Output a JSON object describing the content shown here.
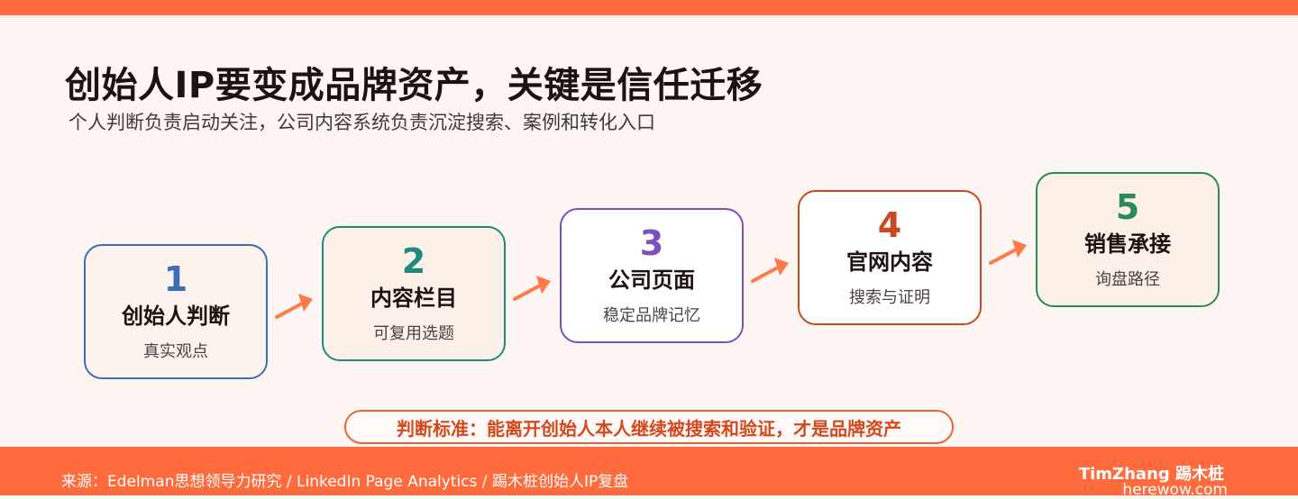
{
  "title": "创始人IP要变成品牌资产，关键是信任迁移",
  "subtitle": "个人判断负责启动关注，公司内容系统负责沉淀搜索、案例和转化入口",
  "steps": [
    {
      "number": "1",
      "label": "创始人判断",
      "desc": "真实观点",
      "color": "#3e6db5",
      "bg": "#fdf3ee"
    },
    {
      "number": "2",
      "label": "内容栏目",
      "desc": "可复用选题",
      "color": "#1f8a7c",
      "bg": "#fdf0e8"
    },
    {
      "number": "3",
      "label": "公司页面",
      "desc": "稳定品牌记忆",
      "color": "#7b4fc0",
      "bg": "#ffffff"
    },
    {
      "number": "4",
      "label": "官网内容",
      "desc": "搜索与证明",
      "color": "#c9481f",
      "bg": "#ffffff"
    },
    {
      "number": "5",
      "label": "销售承接",
      "desc": "询盘路径",
      "color": "#2b8a55",
      "bg": "#fdf0e8"
    }
  ],
  "criteria": "判断标准：能离开创始人本人继续被搜索和验证，才是品牌资产",
  "footer": {
    "source": "来源：Edelman思想领导力研究 / LinkedIn Page Analytics / 踢木桩创始人IP复盘",
    "brand": "TimZhang 踢木桩",
    "site": "herewow.com"
  },
  "colors": {
    "accent": "#ff6b3d",
    "arrow": "#ff7a4a"
  }
}
